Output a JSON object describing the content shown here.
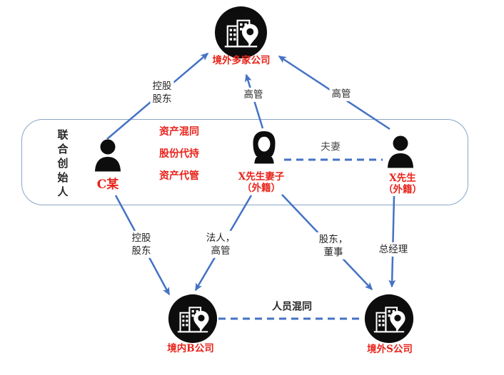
{
  "colors": {
    "arrow": "#4472C4",
    "red": "#E8231A",
    "text_dark": "#262626",
    "text_mid": "#4D4D4D",
    "icon_black": "#0D0D0D",
    "box_border": "#8AA5C6"
  },
  "diagram": {
    "founders_box_label": "联合创始人",
    "nodes": {
      "overseas_companies": "境外多家公司",
      "person_c": "C某",
      "wife": "X先生妻子\n（外籍）",
      "mr_x": "X先生\n（外籍）",
      "domestic_b": "境内B公司",
      "overseas_s": "境外S公司"
    },
    "red_notes": [
      "资产混同",
      "股份代持",
      "资产代管"
    ],
    "edges": {
      "c_to_overseas": "控股\n股东",
      "wife_to_overseas": "高管",
      "x_to_overseas": "高管",
      "couple": "夫妻",
      "c_to_b": "控股\n股东",
      "wife_to_b": "法人，\n高管",
      "wife_to_s": "股东，\n董事",
      "x_to_s": "总经理",
      "b_to_s": "人员混同"
    }
  }
}
